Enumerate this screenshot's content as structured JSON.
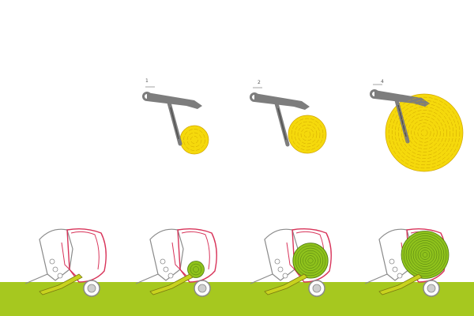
{
  "colors": {
    "ground": "#a6c81f",
    "bale_yellow": "#f5d90c",
    "bale_line": "#d0a400",
    "bale_green": "#8fc21c",
    "frame_red": "#d8345a",
    "arm_gray": "#7d7d7d",
    "outline_gray": "#8a8a8a",
    "pickup_green": "#c8d21e"
  },
  "arm_stages": [
    {
      "label": "1",
      "bale_fill": 0.3
    },
    {
      "label": "2",
      "bale_fill": 0.55
    },
    {
      "label": "4",
      "bale_fill": 1.0
    }
  ],
  "balers": [
    {
      "bale_fill": 0.0
    },
    {
      "bale_fill": 0.25
    },
    {
      "bale_fill": 0.7
    },
    {
      "bale_fill": 1.0
    }
  ]
}
